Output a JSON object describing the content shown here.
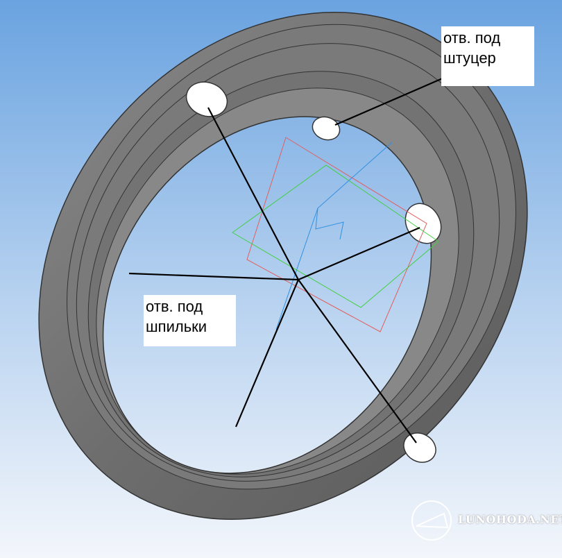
{
  "labels": {
    "fitting_hole": "отв. под\nштуцер",
    "stud_holes": "отв. под\nшпильки"
  },
  "watermark": "LUNOHODA.NET",
  "colors": {
    "part": "#808080",
    "plane_xy": "#e06060",
    "plane_zx": "#40d040",
    "plane_yz": "#3090e0"
  }
}
